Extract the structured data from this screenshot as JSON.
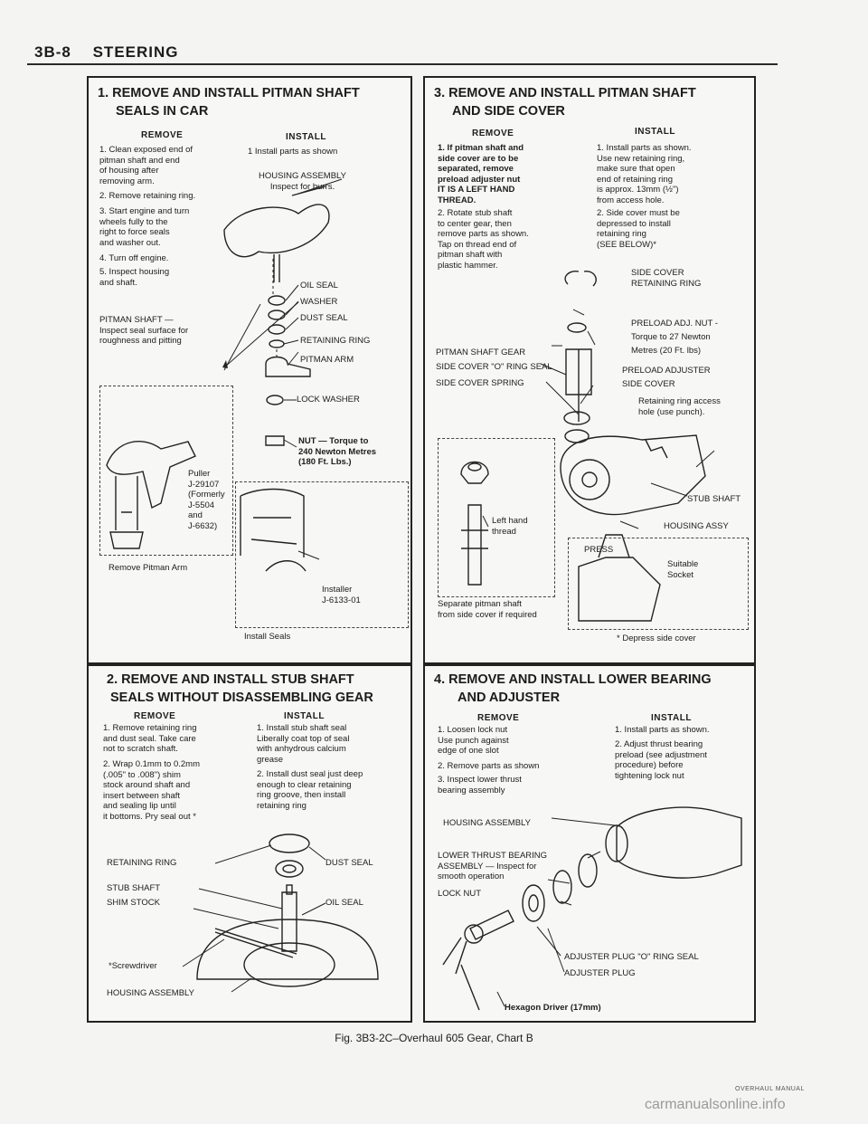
{
  "header": {
    "page": "3B-8",
    "title": "STEERING"
  },
  "caption": "Fig. 3B3-2C–Overhaul 605 Gear, Chart B",
  "watermark": {
    "small": "OVERHAUL MANUAL",
    "site": "carmanualsonline.info"
  },
  "p1": {
    "title1": "1. REMOVE AND INSTALL PITMAN SHAFT",
    "title2": "SEALS IN CAR",
    "remove": "REMOVE",
    "install": "INSTALL",
    "r1": "1. Clean exposed end of\npitman shaft and end\nof housing after\nremoving arm.",
    "r2": "2. Remove retaining ring.",
    "r3": "3. Start engine and turn\nwheels fully to the\nright to force seals\nand washer out.",
    "r4": "4. Turn off engine.",
    "r5": "5. Inspect housing\nand shaft.",
    "i1": "1 Install parts as shown",
    "housing": "HOUSING ASSEMBLY\nInspect for burrs.",
    "pitman": "PITMAN SHAFT —\nInspect seal surface for\nroughness and pitting",
    "oil": "OIL SEAL",
    "washer": "WASHER",
    "dust": "DUST SEAL",
    "ret": "RETAINING RING",
    "arm": "PITMAN ARM",
    "lockw": "LOCK WASHER",
    "nut": "NUT — Torque to\n240 Newton Metres\n(180 Ft. Lbs.)",
    "puller": "Puller\nJ-29107\n(Formerly\nJ-5504\nand\nJ-6632)",
    "remarm": "Remove Pitman Arm",
    "installer": "Installer\nJ-6133-01",
    "instseals": "Install Seals"
  },
  "p2": {
    "title1": "2. REMOVE AND INSTALL STUB SHAFT",
    "title2": "SEALS WITHOUT DISASSEMBLING GEAR",
    "remove": "REMOVE",
    "install": "INSTALL",
    "r1": "1. Remove retaining ring\nand dust seal. Take care\nnot to scratch shaft.",
    "r2": "2. Wrap 0.1mm to 0.2mm\n(.005\" to .008\") shim\nstock around shaft and\ninsert between shaft\nand sealing lip until\nit bottoms. Pry seal out *",
    "i1": "1. Install stub shaft seal\nLiberally coat top of seal\nwith anhydrous calcium\ngrease",
    "i2": "2. Install dust seal just deep\nenough to clear retaining\nring groove, then install\nretaining ring",
    "ret": "RETAINING RING",
    "dust": "DUST SEAL",
    "stub": "STUB SHAFT",
    "shim": "SHIM STOCK",
    "oil": "OIL SEAL",
    "screw": "*Screwdriver",
    "housing": "HOUSING ASSEMBLY"
  },
  "p3": {
    "title1": "3. REMOVE AND INSTALL PITMAN SHAFT",
    "title2": "AND SIDE COVER",
    "remove": "REMOVE",
    "install": "INSTALL",
    "r1": "1. If pitman shaft and\nside cover are to be\nseparated, remove\npreload adjuster nut\nIT IS A LEFT HAND\nTHREAD.",
    "r2": "2. Rotate stub shaft\nto center gear, then\nremove parts as shown.\nTap on thread end of\npitman shaft with\nplastic hammer.",
    "i1": "1. Install parts as shown.\nUse new retaining ring,\nmake sure that open\nend of retaining ring\nis approx. 13mm (½\")\nfrom access hole.",
    "i2": "2. Side cover must be\ndepressed to install\nretaining ring\n(SEE BELOW)*",
    "sidecover": "SIDE COVER\nRETAINING RING",
    "preload": "PRELOAD ADJ. NUT -\nTorque to 27 Newton\nMetres (20 Ft. lbs)",
    "gear": "PITMAN SHAFT GEAR",
    "oring": "SIDE COVER \"O\" RING SEAL",
    "spring": "SIDE COVER SPRING",
    "padj": "PRELOAD ADJUSTER\nSIDE COVER",
    "access": "Retaining ring access\nhole (use punch).",
    "lefthand": "Left hand\nthread",
    "stub": "STUB SHAFT",
    "hasy": "HOUSING ASSY",
    "press": "PRESS",
    "socket": "Suitable\nSocket",
    "separate": "Separate pitman shaft\nfrom side cover if required",
    "depress": "* Depress side cover"
  },
  "p4": {
    "title1": "4. REMOVE AND INSTALL LOWER BEARING",
    "title2": "AND ADJUSTER",
    "remove": "REMOVE",
    "install": "INSTALL",
    "r1": "1. Loosen lock nut\nUse punch against\nedge of one slot",
    "r2": "2. Remove parts as shown",
    "r3": "3. Inspect lower thrust\nbearing assembly",
    "i1": "1. Install parts as shown.",
    "i2": "2. Adjust thrust bearing\npreload (see adjustment\nprocedure) before\ntightening lock nut",
    "housing": "HOUSING ASSEMBLY",
    "lower": "LOWER THRUST BEARING\nASSEMBLY — Inspect for\nsmooth operation",
    "locknut": "LOCK NUT",
    "plugo": "ADJUSTER PLUG \"O\" RING SEAL",
    "plug": "ADJUSTER PLUG",
    "hex": "Hexagon Driver (17mm)"
  }
}
